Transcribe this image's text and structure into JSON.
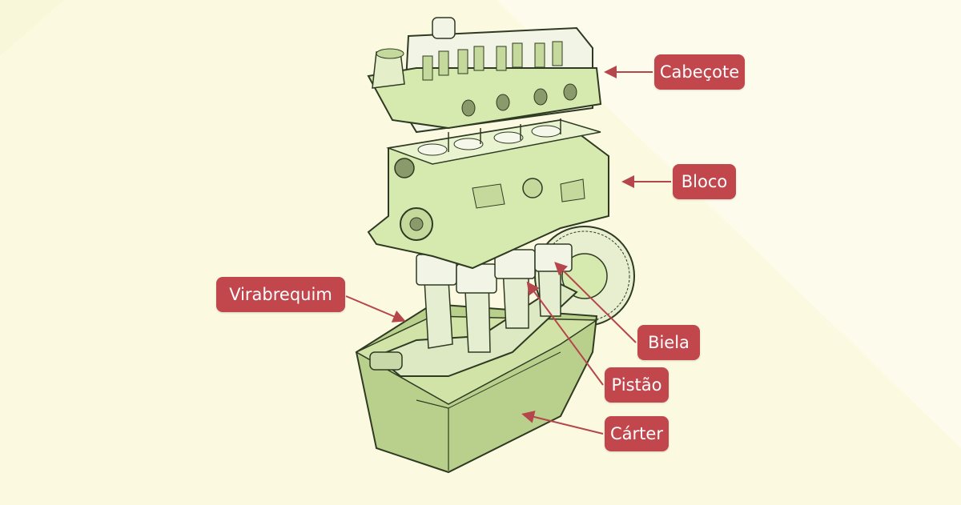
{
  "labels": {
    "cabecote": "Cabeçote",
    "bloco": "Bloco",
    "virabrequim": "Virabrequim",
    "biela": "Biela",
    "pistao": "Pistão",
    "carter": "Cárter"
  },
  "colors": {
    "background": "#fdfcec",
    "label_fill": "#c1474d",
    "label_text": "#ffffff",
    "arrow": "#b5474c",
    "engine_green": "#d6eab0",
    "engine_outline": "#2e3a22",
    "oil_pan_green": "#b9cf8c"
  }
}
